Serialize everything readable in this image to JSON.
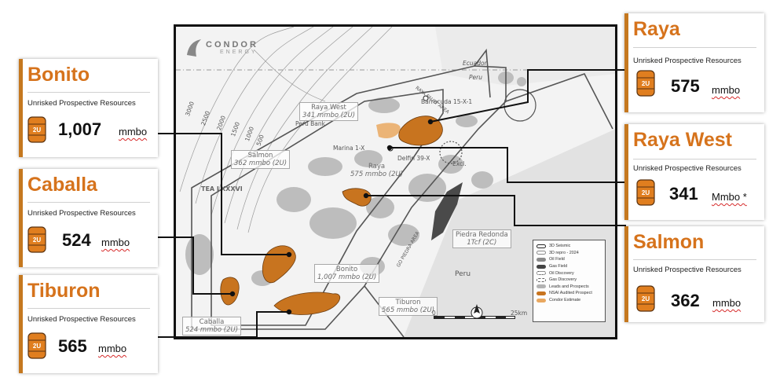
{
  "map": {
    "logo_text": "CONDOR",
    "logo_sub": "ENERGY",
    "border_country_north": "Ecuador",
    "border_country_south": "Peru",
    "country_label": "Peru",
    "block_label": "TEA LXXXVI",
    "peru_bank": "Peru Bank",
    "wells": {
      "barracuda": "Barracuda 15-X-1",
      "marina": "Marina 1-X",
      "delfin": "Delfin 39-X",
      "excl": "Excl."
    },
    "rotated_labels": {
      "raya_fault": "RAYA FAULT AREA",
      "piedra_fault": "GO PIEDRA AREA"
    },
    "contours": [
      "3000",
      "2500",
      "2000",
      "1500",
      "1000",
      "500"
    ],
    "prospects": {
      "raya_west": {
        "name": "Raya West",
        "value": "341 mmbo (2U)"
      },
      "salmon": {
        "name": "Salmon",
        "value": "362 mmbo (2U)"
      },
      "raya": {
        "name": "Raya",
        "value": "575 mmbo (2U)"
      },
      "bonito": {
        "name": "Bonito",
        "value": "1,007 mmbo (2U)"
      },
      "tiburon": {
        "name": "Tiburon",
        "value": "565 mmbo (2U)"
      },
      "caballa": {
        "name": "Caballa",
        "value": "524 mmbo (2U)"
      },
      "piedra_redonda": {
        "name": "Piedra Redonda",
        "value": "1Tcf (2C)"
      }
    },
    "legend": [
      {
        "label": "3D Seismic",
        "color": "#ffffff"
      },
      {
        "label": "3D repro - 2024",
        "color": "#ffffff"
      },
      {
        "label": "Oil Field",
        "color": "#8a8a8a"
      },
      {
        "label": "Gas Field",
        "color": "#444444"
      },
      {
        "label": "Oil Discovery",
        "color": "#ffffff"
      },
      {
        "label": "Gas Discovery",
        "color": "#ffffff"
      },
      {
        "label": "Leads and Prospects",
        "color": "#b3b3b3"
      },
      {
        "label": "NSAI Audited Prospect",
        "color": "#c8741f"
      },
      {
        "label": "Condor Estimate",
        "color": "#e9a860"
      }
    ],
    "scale": {
      "start": "0",
      "end": "25km"
    },
    "north": "N"
  },
  "cards": {
    "bonito": {
      "title": "Bonito",
      "subtitle": "Unrisked Prospective Resources",
      "badge": "2U",
      "value": "1,007",
      "unit": "mmbo"
    },
    "caballa": {
      "title": "Caballa",
      "subtitle": "Unrisked Prospective Resources",
      "badge": "2U",
      "value": "524",
      "unit": "mmbo"
    },
    "tiburon": {
      "title": "Tiburon",
      "subtitle": "Unrisked Prospective Resources",
      "badge": "2U",
      "value": "565",
      "unit": "mmbo"
    },
    "raya": {
      "title": "Raya",
      "subtitle": "Unrisked Prospective Resources",
      "badge": "2U",
      "value": "575",
      "unit": "mmbo"
    },
    "raya_west": {
      "title": "Raya West",
      "subtitle": "Unrisked Prospective Resources",
      "badge": "2U",
      "value": "341",
      "unit": "Mmbo *"
    },
    "salmon": {
      "title": "Salmon",
      "subtitle": "Unrisked Prospective Resources",
      "badge": "2U",
      "value": "362",
      "unit": "mmbo"
    }
  },
  "colors": {
    "accent": "#d6731c",
    "prospect": "#c8741f",
    "card_border": "#c5781f"
  }
}
